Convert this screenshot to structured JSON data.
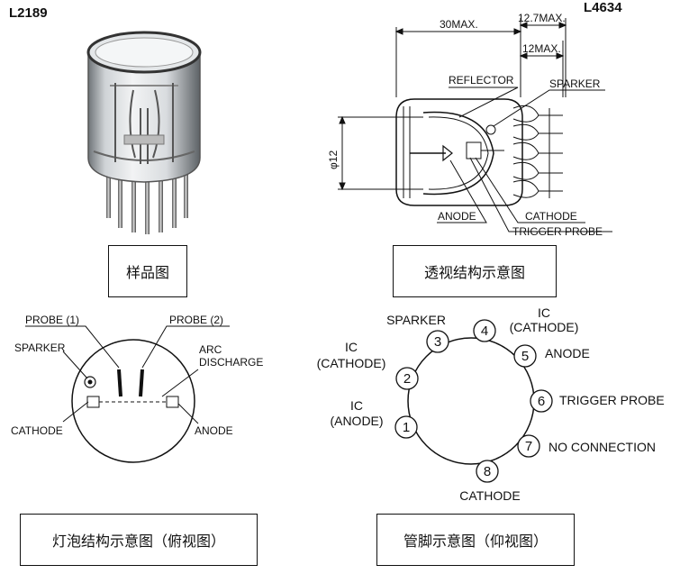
{
  "models": {
    "left": "L2189",
    "right": "L4634"
  },
  "captions": {
    "sample": "样品图",
    "perspective": "透视结构示意图",
    "bulb_top": "灯泡结构示意图（俯视图）",
    "pins_bottom": "管脚示意图（仰视图）"
  },
  "perspective": {
    "dim_30": "30MAX.",
    "dim_127": "12.7MAX.",
    "dim_12max": "12MAX.",
    "dim_phi": "φ12",
    "reflector": "REFLECTOR",
    "sparker": "SPARKER",
    "anode": "ANODE",
    "cathode": "CATHODE",
    "trigger_probe": "TRIGGER PROBE"
  },
  "bulb": {
    "probe1": "PROBE (1)",
    "probe2": "PROBE (2)",
    "sparker": "SPARKER",
    "arc_line1": "ARC",
    "arc_line2": "DISCHARGE",
    "cathode": "CATHODE",
    "anode": "ANODE"
  },
  "pins": [
    {
      "num": "1",
      "label1": "IC",
      "label2": "(ANODE)"
    },
    {
      "num": "2",
      "label1": "IC",
      "label2": "(CATHODE)"
    },
    {
      "num": "3",
      "label1": "SPARKER",
      "label2": ""
    },
    {
      "num": "4",
      "label1": "IC",
      "label2": "(CATHODE)"
    },
    {
      "num": "5",
      "label1": "ANODE",
      "label2": ""
    },
    {
      "num": "6",
      "label1": "TRIGGER PROBE",
      "label2": ""
    },
    {
      "num": "7",
      "label1": "NO CONNECTION",
      "label2": ""
    },
    {
      "num": "8",
      "label1": "CATHODE",
      "label2": ""
    }
  ]
}
